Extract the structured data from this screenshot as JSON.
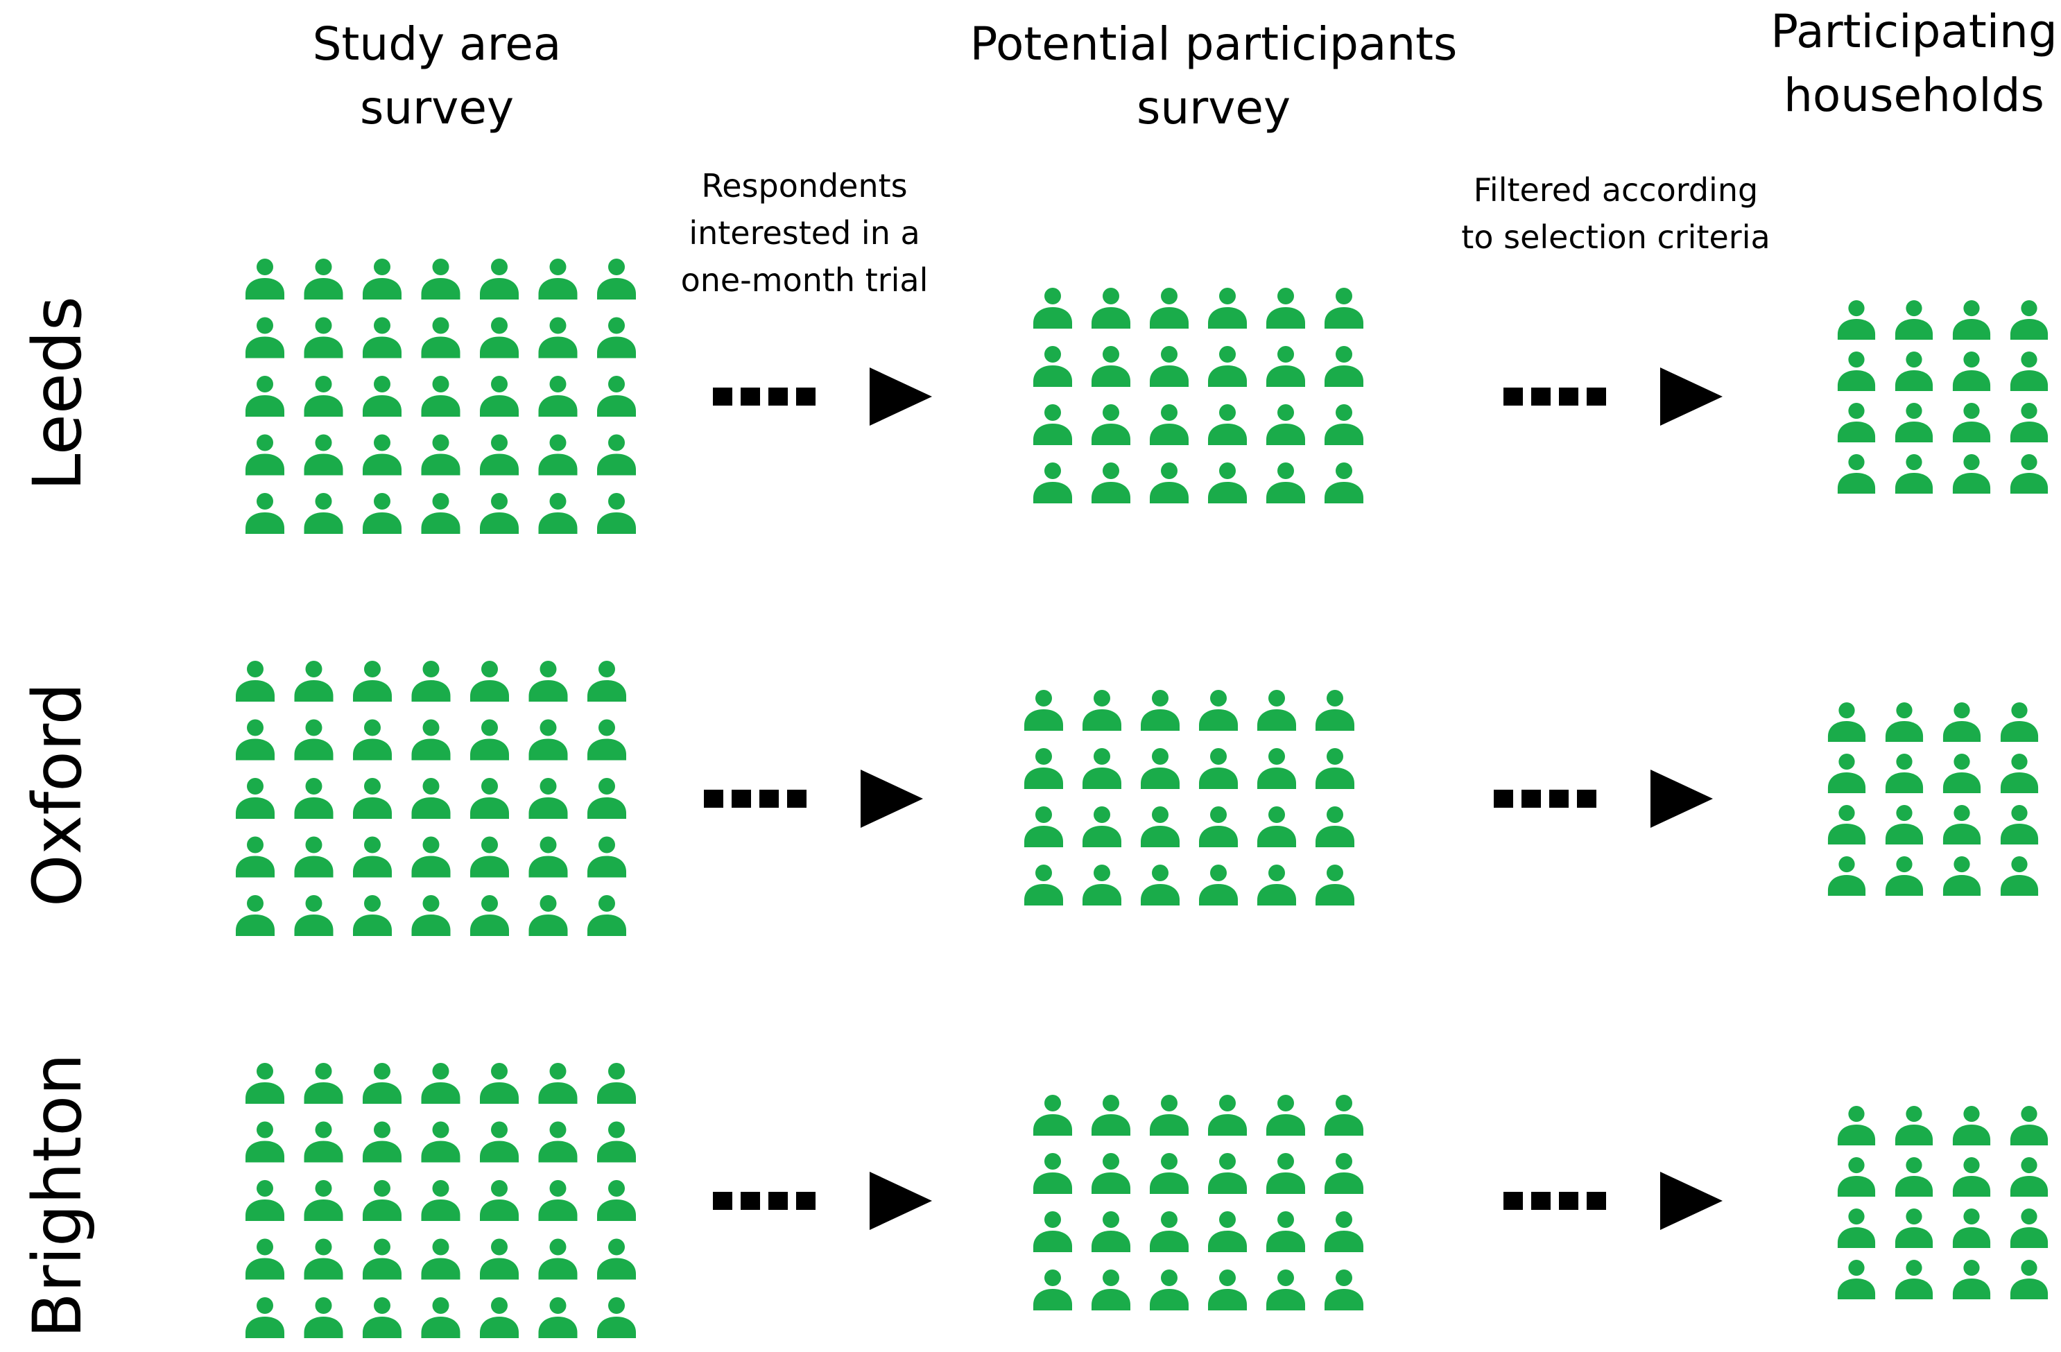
{
  "columns": {
    "study_area_survey": {
      "line1": "Study area",
      "line2": "survey"
    },
    "potential_participants_survey": {
      "line1": "Potential participants",
      "line2": "survey"
    },
    "participating_households": {
      "line1": "Participating",
      "line2": "households"
    }
  },
  "arrow_labels": {
    "first": {
      "line1": "Respondents",
      "line2": "interested in a",
      "line3": "one-month trial"
    },
    "second": {
      "line1": "Filtered according",
      "line2": "to selection criteria"
    }
  },
  "rows": [
    {
      "name": "Leeds"
    },
    {
      "name": "Oxford"
    },
    {
      "name": "Brighton"
    }
  ],
  "person_grids": {
    "study_area_survey": {
      "columns": 7,
      "rows": 5
    },
    "potential_participants_survey": {
      "columns": 6,
      "rows": 4
    },
    "participating_households": {
      "columns": 4,
      "rows": 4
    }
  },
  "icon": "person-icon",
  "colors": {
    "person": "#1aac4a",
    "arrow": "#000000"
  }
}
